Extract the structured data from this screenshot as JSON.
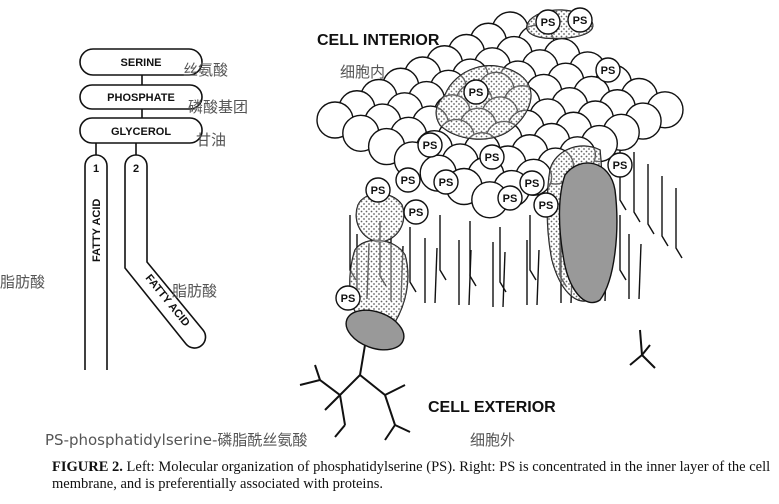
{
  "left": {
    "serine": "SERINE",
    "phosphate": "PHOSPHATE",
    "glycerol": "GLYCEROL",
    "chain1_number": "1",
    "chain2_number": "2",
    "fatty_acid": "FATTY ACID",
    "serine_cn": "丝氨酸",
    "phosphate_cn": "磷酸基团",
    "glycerol_cn": "甘油",
    "fatty_acid_cn": "脂肪酸"
  },
  "right": {
    "interior": "CELL INTERIOR",
    "interior_cn": "细胞内",
    "exterior": "CELL EXTERIOR",
    "exterior_cn": "细胞外",
    "ps_label": "PS"
  },
  "legend": "PS-phosphatidylserine-磷脂酰丝氨酸",
  "caption": {
    "bold": "FIGURE 2.",
    "text": " Left: Molecular organization of phosphatidylserine (PS). Right: PS is concentrated in the inner layer of the cell membrane, and is preferentially associated with proteins."
  },
  "colors": {
    "protein_gray": "#999999",
    "stroke": "#111111"
  }
}
